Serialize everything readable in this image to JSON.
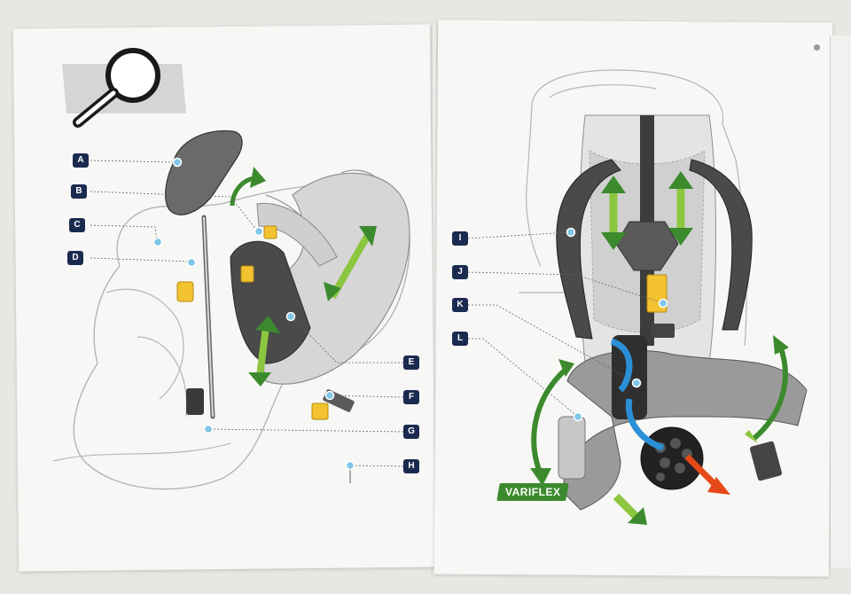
{
  "labels": {
    "a": "A",
    "b": "B",
    "c": "C",
    "d": "D",
    "e": "E",
    "f": "F",
    "g": "G",
    "h": "H",
    "i": "I",
    "j": "J",
    "k": "K",
    "l": "L"
  },
  "badge": {
    "text": "VARIFLEX"
  },
  "colors": {
    "label_bg": "#1b2a4f",
    "callout_dot": "#7fc6e6",
    "arrow_green": "#3c8a2e",
    "arrow_light_green": "#8cc63f",
    "buckle_yellow": "#f2c230",
    "heat_red": "#e64a19",
    "air_blue": "#2a8fd6"
  },
  "icons": {
    "header": "magnifier-icon"
  }
}
